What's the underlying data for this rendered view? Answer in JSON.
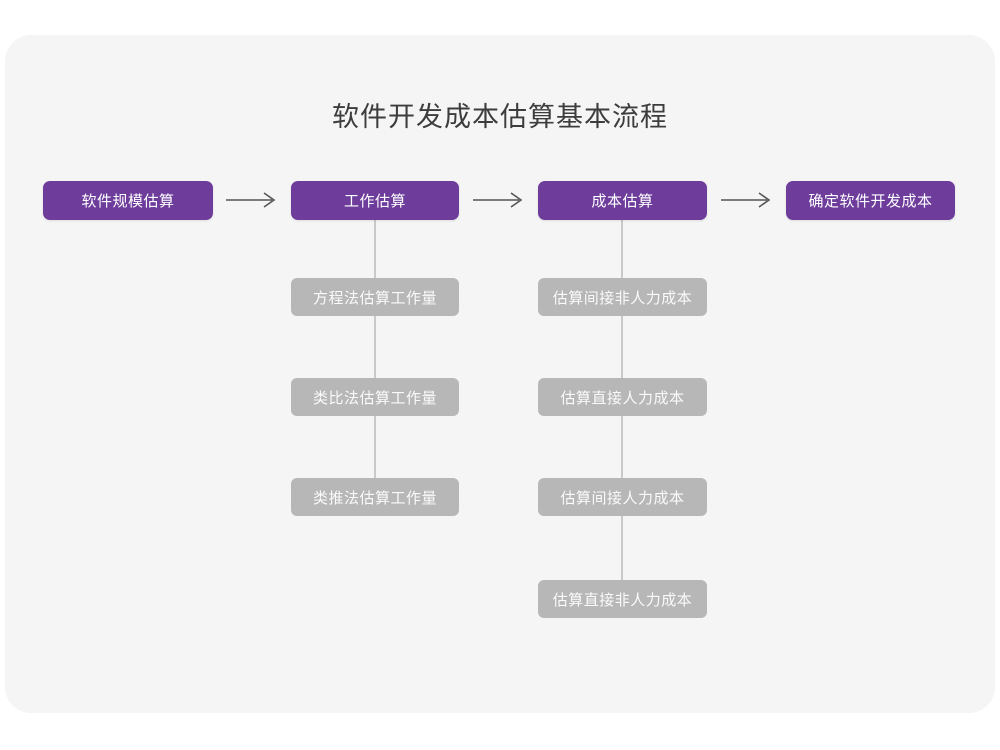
{
  "page": {
    "background_color": "#ffffff",
    "card_color": "#f5f5f5"
  },
  "diagram": {
    "title": "软件开发成本估算基本流程",
    "type": "flowchart",
    "colors": {
      "primary": "#6e3d9c",
      "secondary": "#b7b7b7",
      "primary_text": "#ffffff",
      "secondary_text": "#fafafa",
      "title_text": "#3d3d3d",
      "connector": "#c9c9c9",
      "arrow": "#555555"
    },
    "main_flow": [
      {
        "id": "p1",
        "label": "软件规模估算"
      },
      {
        "id": "p2",
        "label": "工作估算"
      },
      {
        "id": "p3",
        "label": "成本估算"
      },
      {
        "id": "p4",
        "label": "确定软件开发成本"
      }
    ],
    "arrows": [
      {
        "id": "arrow-1",
        "from": "p1",
        "to": "p2",
        "glyph": "arrow-right-icon"
      },
      {
        "id": "arrow-2",
        "from": "p2",
        "to": "p3",
        "glyph": "arrow-right-icon"
      },
      {
        "id": "arrow-3",
        "from": "p3",
        "to": "p4",
        "glyph": "arrow-right-icon"
      }
    ],
    "branches": [
      {
        "parent": "p2",
        "parent_label": "工作估算",
        "items": [
          {
            "id": "b1",
            "label": "方程法估算工作量"
          },
          {
            "id": "b2",
            "label": "类比法估算工作量"
          },
          {
            "id": "b3",
            "label": "类推法估算工作量"
          }
        ]
      },
      {
        "parent": "p3",
        "parent_label": "成本估算",
        "items": [
          {
            "id": "c1",
            "label": "估算间接非人力成本"
          },
          {
            "id": "c2",
            "label": "估算直接人力成本"
          },
          {
            "id": "c3",
            "label": "估算间接人力成本"
          },
          {
            "id": "c4",
            "label": "估算直接非人力成本"
          }
        ]
      }
    ]
  }
}
